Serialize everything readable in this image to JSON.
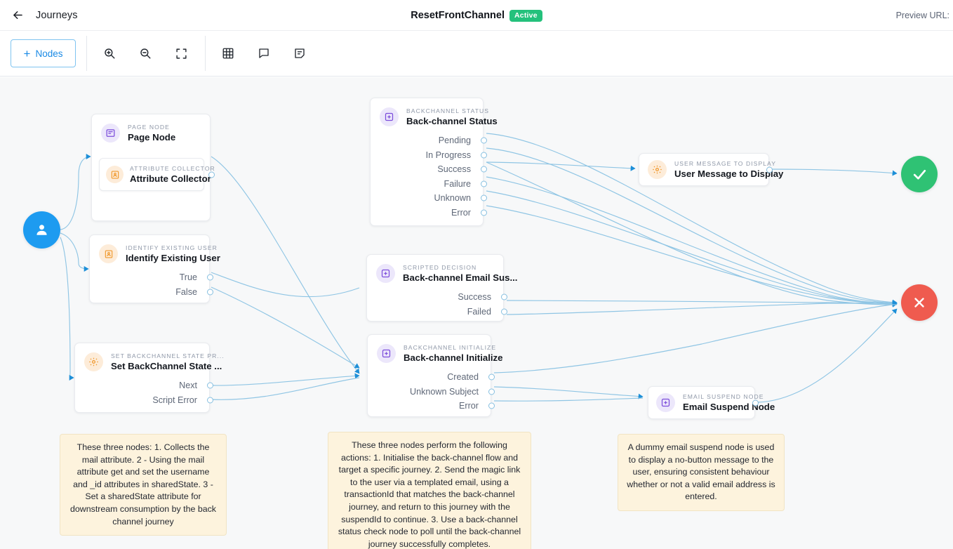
{
  "header": {
    "back_icon": "arrow-left-icon",
    "back_label": "Journeys",
    "journey_title": "ResetFrontChannel",
    "status_badge": "Active",
    "preview_url_label": "Preview URL:"
  },
  "toolbar": {
    "nodes_button": "Nodes",
    "nodes_plus": "+",
    "icons": [
      {
        "name": "zoom-in-icon"
      },
      {
        "name": "zoom-out-icon"
      },
      {
        "name": "fit-to-screen-icon"
      },
      {
        "name": "grid-icon"
      },
      {
        "name": "comment-icon"
      },
      {
        "name": "note-icon"
      }
    ]
  },
  "canvas": {
    "start_node": {
      "name": "start-node",
      "icon": "user-icon",
      "color": "#1d9bf0"
    },
    "end_success": {
      "name": "success-node",
      "icon": "check-icon",
      "color": "#2fc274"
    },
    "end_failure": {
      "name": "failure-node",
      "icon": "close-icon",
      "color": "#ef5b4f"
    },
    "nodes": [
      {
        "id": "page",
        "type": "PAGE NODE",
        "name": "Page Node",
        "icon": "page-node-icon",
        "icon_color": "purple",
        "children": [
          {
            "id": "attribute-collector",
            "type": "ATTRIBUTE COLLECTOR",
            "name": "Attribute Collector",
            "icon": "attribute-collector-icon",
            "icon_color": "orange"
          }
        ],
        "outputs": []
      },
      {
        "id": "identify-existing-user",
        "type": "IDENTIFY EXISTING USER",
        "name": "Identify Existing User",
        "icon": "identify-user-icon",
        "icon_color": "orange",
        "outputs": [
          "True",
          "False"
        ]
      },
      {
        "id": "set-backchannel-state",
        "type": "SET BACKCHANNEL STATE PR...",
        "name": "Set BackChannel State ...",
        "icon": "gear-icon",
        "icon_color": "orange",
        "outputs": [
          "Next",
          "Script Error"
        ]
      },
      {
        "id": "backchannel-status",
        "type": "BACKCHANNEL STATUS",
        "name": "Back-channel Status",
        "icon": "backchannel-icon",
        "icon_color": "purple",
        "outputs": [
          "Pending",
          "In Progress",
          "Success",
          "Failure",
          "Unknown",
          "Error"
        ]
      },
      {
        "id": "scripted-decision",
        "type": "SCRIPTED DECISION",
        "name": "Back-channel Email Sus...",
        "icon": "scripted-decision-icon",
        "icon_color": "purple",
        "outputs": [
          "Success",
          "Failed"
        ]
      },
      {
        "id": "backchannel-initialize",
        "type": "BACKCHANNEL INITIALIZE",
        "name": "Back-channel Initialize",
        "icon": "backchannel-icon",
        "icon_color": "purple",
        "outputs": [
          "Created",
          "Unknown Subject",
          "Error"
        ]
      },
      {
        "id": "user-message-to-display",
        "type": "USER MESSAGE TO DISPLAY",
        "name": "User Message to Display",
        "icon": "gear-icon",
        "icon_color": "orange",
        "outputs": []
      },
      {
        "id": "email-suspend-node",
        "type": "EMAIL SUSPEND NODE",
        "name": "Email Suspend Node",
        "icon": "email-suspend-icon",
        "icon_color": "purple",
        "outputs": []
      }
    ],
    "notes": [
      {
        "id": "note-1",
        "text": "These three nodes: 1. Collects the mail attribute. 2 - Using the mail attribute get and set the username and _id attributes in sharedState. 3 - Set a sharedState attribute for downstream consumption by the back channel journey"
      },
      {
        "id": "note-2",
        "text": "These three nodes perform the following actions: 1. Initialise the back-channel flow and target a specific journey. 2. Send the magic link to the user via a templated email, using a transactionId that matches the back-channel journey, and return to this journey with the suspendId to continue. 3. Use a back-channel status check node to poll until the back-channel journey successfully completes."
      },
      {
        "id": "note-3",
        "text": "A dummy email suspend node is used to display a no-button message to the user, ensuring consistent behaviour whether or not a valid email address is entered."
      }
    ]
  },
  "colors": {
    "accent": "#1a8ae5",
    "edge": "#8fc5e4",
    "success": "#2fc274",
    "failure": "#ef5b4f",
    "badge": "#24c17c",
    "note_bg": "#fdf3dd"
  }
}
